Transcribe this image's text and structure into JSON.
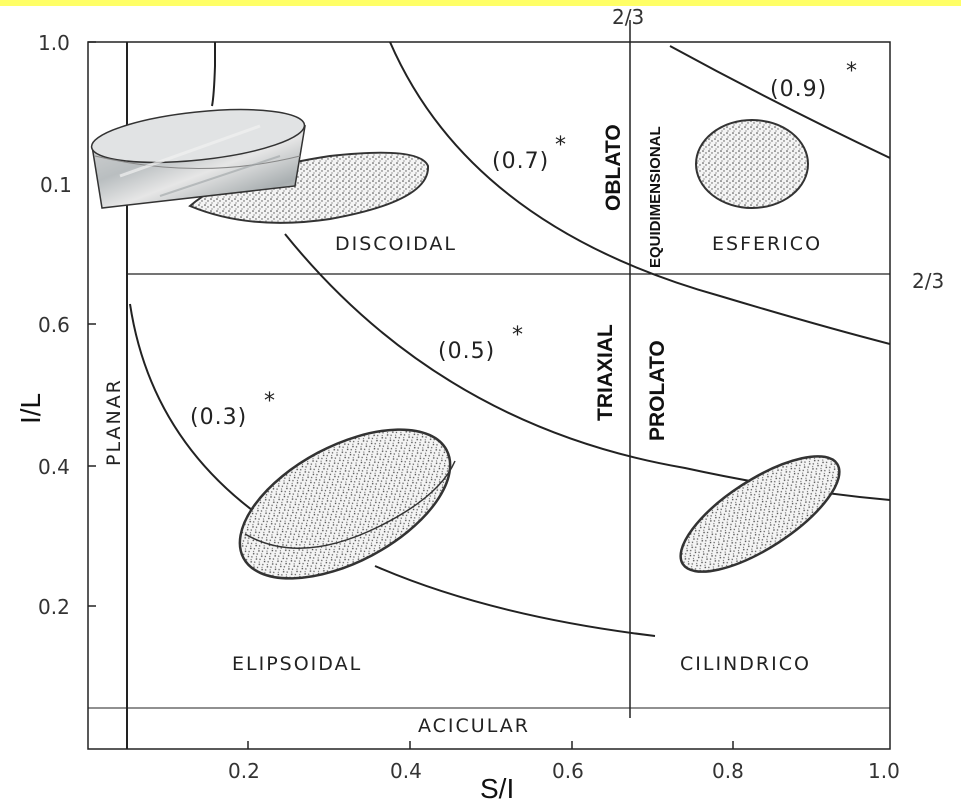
{
  "axes": {
    "x_title": "S/I",
    "y_title": "I/L",
    "x_ticks": [
      "0.2",
      "0.4",
      "0.6",
      "0.8",
      "1.0"
    ],
    "y_ticks": [
      "1.0",
      "0.1",
      "0.6",
      "0.4",
      "0.2"
    ],
    "two_thirds_top": "2/3",
    "two_thirds_right": "2/3"
  },
  "regions": {
    "discoidal": "DISCOIDAL",
    "esferico": "ESFERICO",
    "elipsoidal": "ELIPSOIDAL",
    "cilindrico": "CILINDRICO",
    "planar": "PLANAR",
    "acicular": "ACICULAR"
  },
  "classes": {
    "oblato": "OBLATO",
    "equidimensional": "EQUIDIMENSIONAL",
    "triaxial": "TRIAXIAL",
    "prolato": "PROLATO"
  },
  "curves": [
    {
      "label": "(0.3)",
      "star": "*"
    },
    {
      "label": "(0.5)",
      "star": "*"
    },
    {
      "label": "(0.7)",
      "star": "*"
    },
    {
      "label": "(0.9)",
      "star": "*"
    }
  ],
  "icons": {
    "disc_photo": "marble-disc-icon"
  },
  "colors": {
    "background_border": "#ffff66",
    "ink": "#222222"
  }
}
